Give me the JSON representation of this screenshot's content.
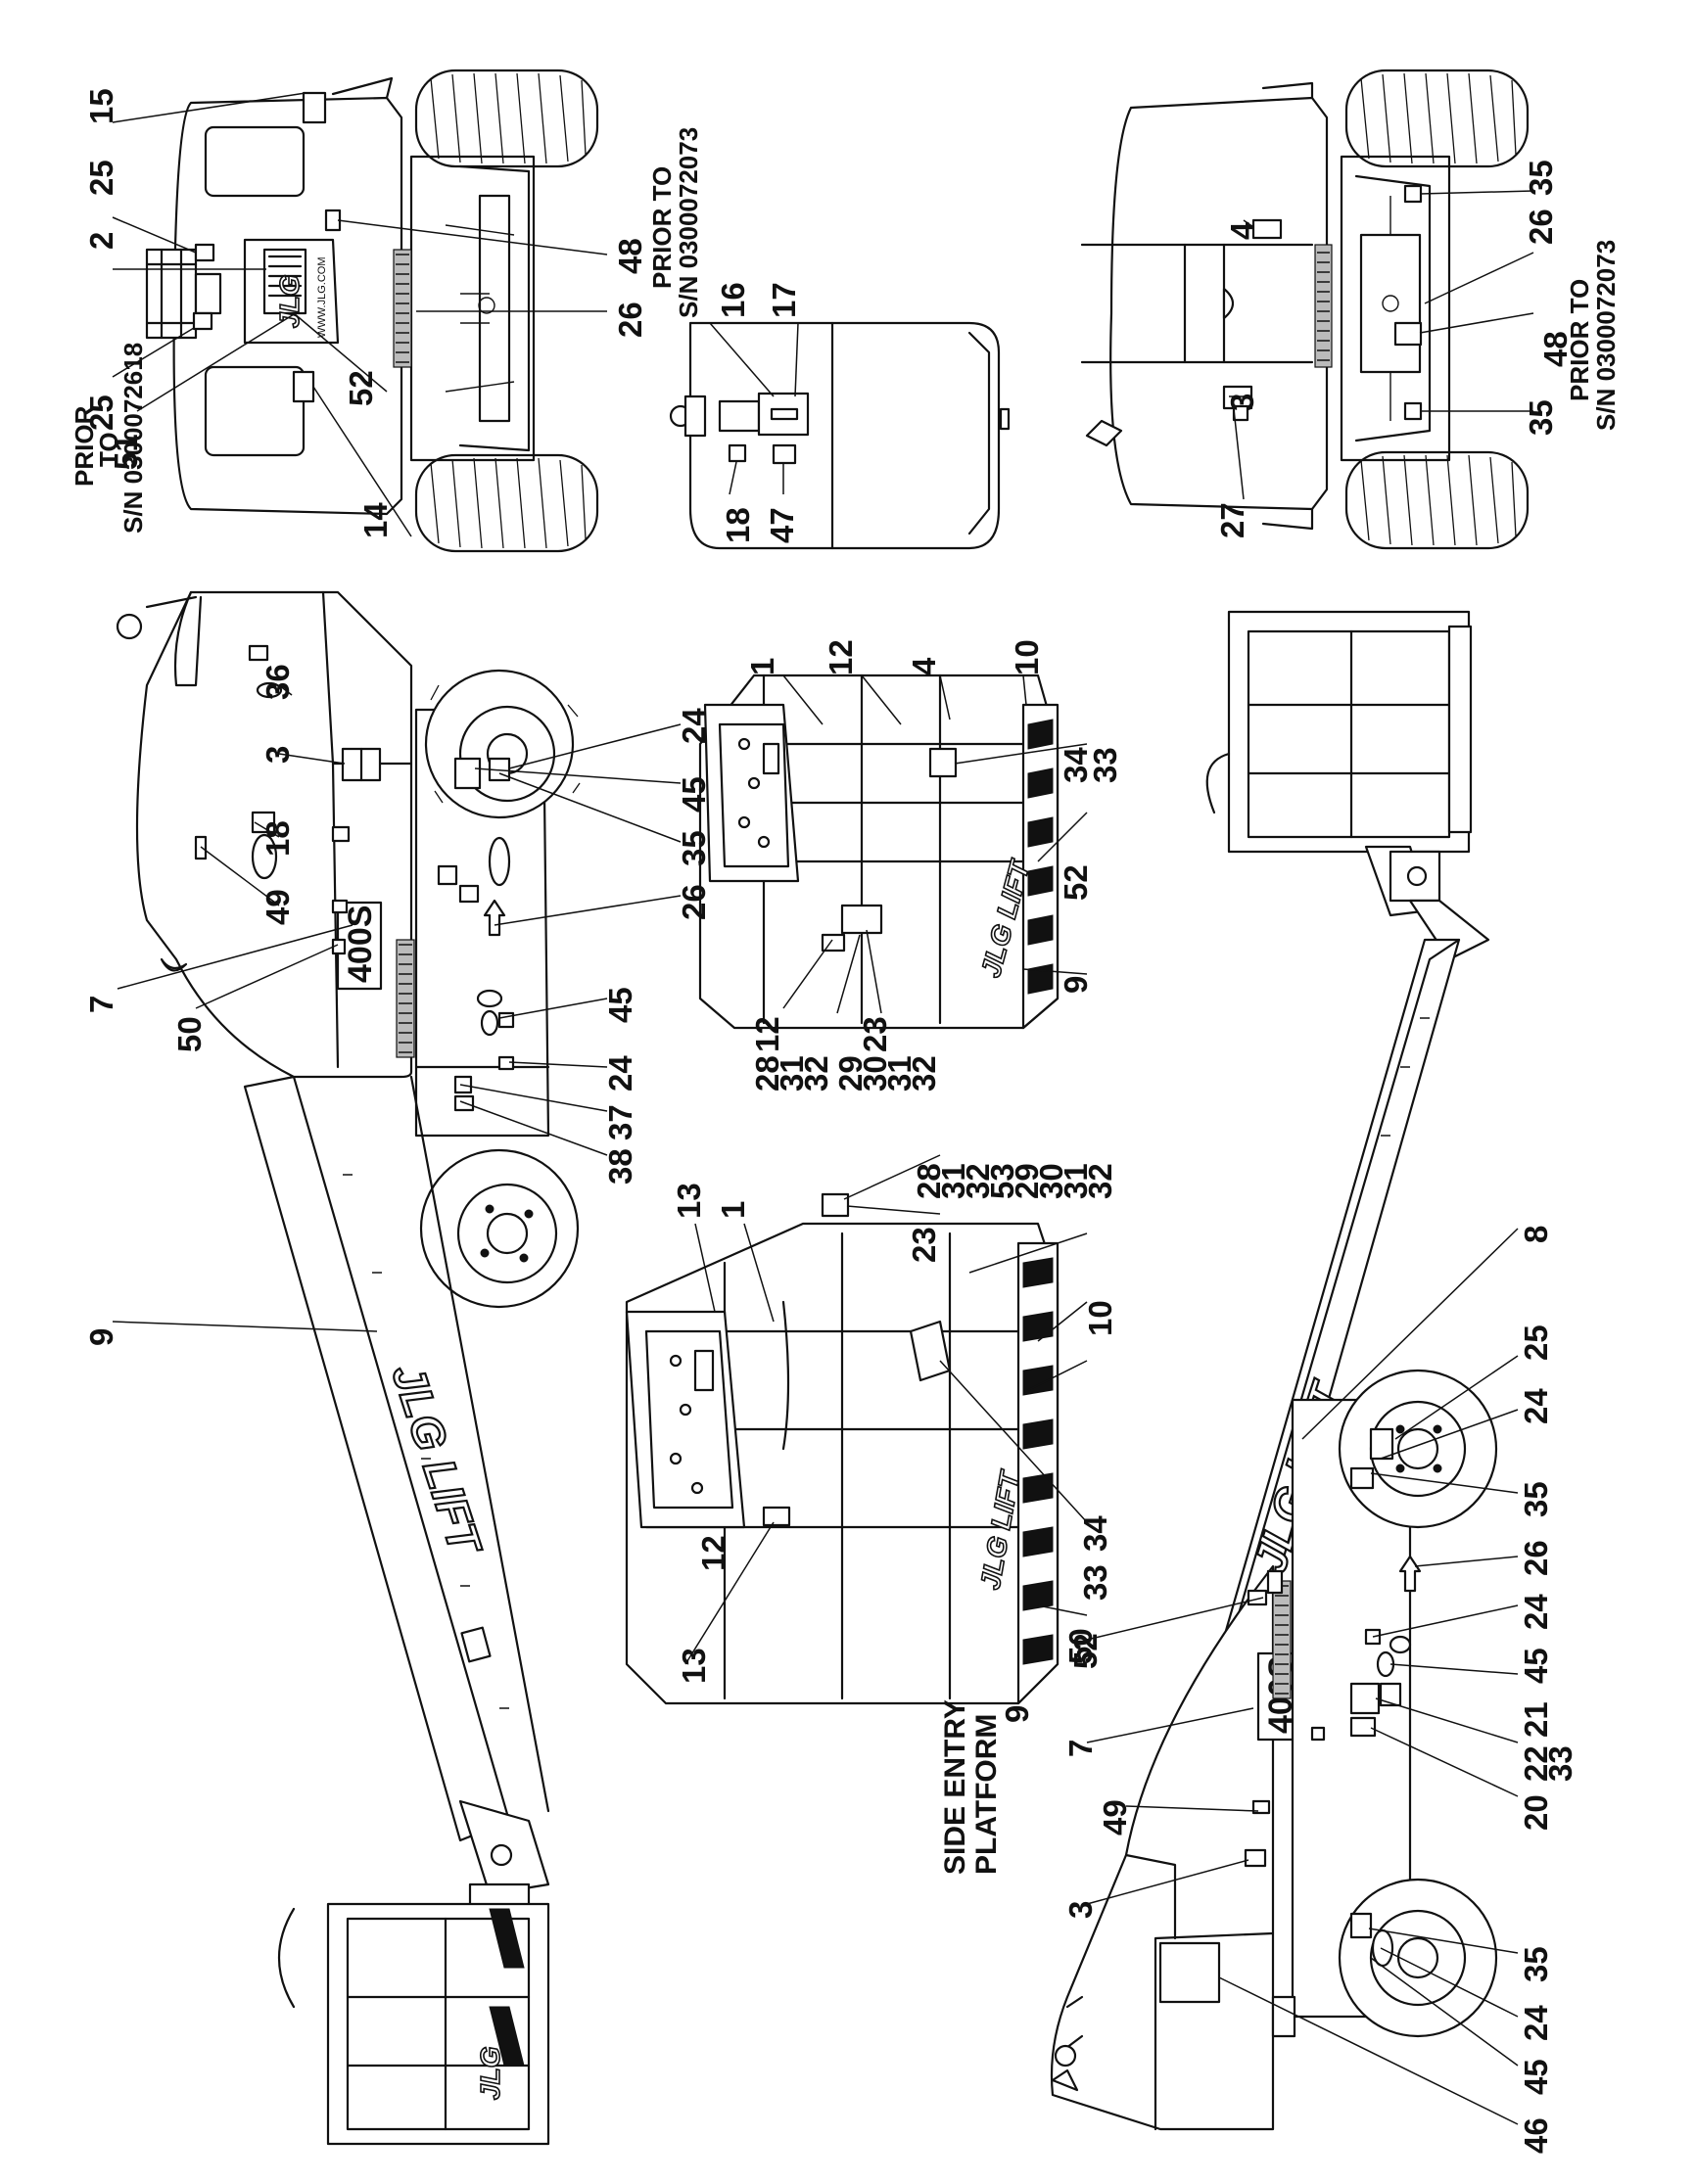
{
  "page": {
    "background": "#ffffff",
    "ink": "#111111"
  },
  "text": {
    "model_badge": "400S",
    "logo": "JLG LIFT",
    "logo_tag": "JLG",
    "website": "WWW.JLG.COM",
    "side_entry_platform": [
      "SIDE ENTRY",
      "PLATFORM"
    ],
    "note_top_left": [
      "PRIOR",
      "TO",
      "S/N 0300072618"
    ],
    "note_top_mid": [
      "PRIOR TO",
      "S/N 0300072073"
    ],
    "note_right": [
      "PRIOR TO",
      "S/N 0300072073"
    ]
  },
  "callouts": {
    "tl_15": "15",
    "tl_25a": "25",
    "tl_2": "2",
    "tl_25b": "25",
    "tl_51": "51",
    "tl_14": "14",
    "tl_52": "52",
    "tl_48": "48",
    "tl_26": "26",
    "tm_16": "16",
    "tm_17": "17",
    "tm_18": "18",
    "tm_47": "47",
    "tr_4": "4",
    "tr_35a": "35",
    "tr_26": "26",
    "tr_48": "48",
    "tr_3": "3",
    "tr_27": "27",
    "tr_35b": "35",
    "ls_36": "36",
    "ls_3": "3",
    "ls_18": "18",
    "ls_49": "49",
    "ls_24a": "24",
    "ls_45a": "45",
    "ls_35": "35",
    "ls_26": "26",
    "ls_7": "7",
    "ls_50": "50",
    "ls_45b": "45",
    "ls_24b": "24",
    "ls_37": "37",
    "ls_38": "38",
    "ls_9": "9",
    "pu_1": "1",
    "pu_12a": "12",
    "pu_4": "4",
    "pu_10": "10",
    "pu_34": "34",
    "pu_33": "33",
    "pu_52": "52",
    "pu_9": "9",
    "pu_12b": "12",
    "pu_23": "23",
    "pu_28": "28",
    "pu_31a": "31",
    "pu_32a": "32",
    "pu_29": "29",
    "pu_30": "30",
    "pu_31b": "31",
    "pu_32b": "32",
    "pl_13a": "13",
    "pl_1": "1",
    "pl_12": "12",
    "pl_13b": "13",
    "pl_28": "28",
    "pl_31a": "31",
    "pl_32": "32",
    "pl_53": "53",
    "pl_29": "29",
    "pl_30": "30",
    "pl_31b": "31",
    "pl_32b": "32",
    "pl_23": "23",
    "pl_10": "10",
    "pl_34": "34",
    "pl_33": "33",
    "pl_52": "52",
    "pl_9": "9",
    "rs_8": "8",
    "rs_25": "25",
    "rs_24a": "24",
    "rs_35a": "35",
    "rs_26": "26",
    "rs_24b": "24",
    "rs_45a": "45",
    "rs_21": "21",
    "rs_22": "22",
    "rs_33": "33",
    "rs_20": "20",
    "rs_50": "50",
    "rs_7": "7",
    "rs_49": "49",
    "rs_3": "3",
    "rs_35b": "35",
    "rs_24c": "24",
    "rs_45b": "45",
    "rs_46": "46"
  }
}
